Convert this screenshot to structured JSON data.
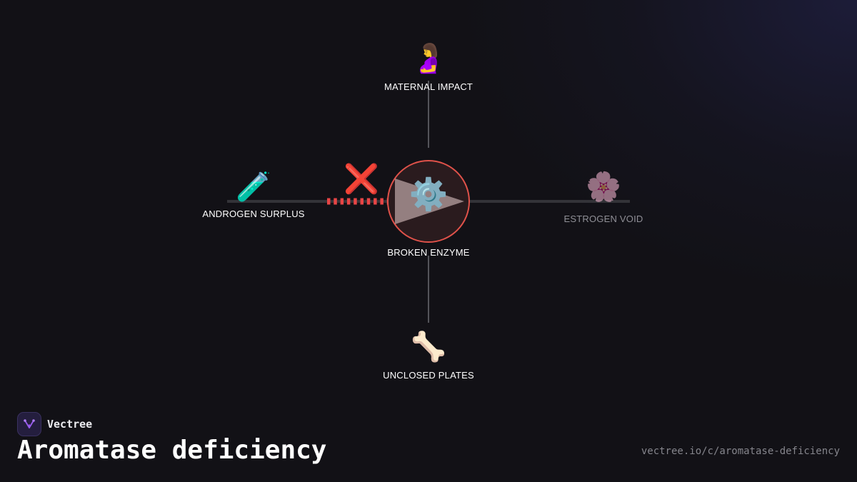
{
  "brand": {
    "name": "Vectree",
    "accent": "#9a5cf0"
  },
  "page": {
    "title": "Aromatase deficiency",
    "url": "vectree.io/c/aromatase-deficiency"
  },
  "diagram": {
    "center": {
      "icon": "⚙️",
      "icon_name": "gear-icon",
      "label": "BROKEN ENZYME",
      "ring_color": "#e0524a"
    },
    "blocked_marker": {
      "icon": "❌",
      "icon_name": "cross-mark-icon",
      "color": "#e84545"
    },
    "nodes": {
      "top": {
        "icon": "🤰",
        "icon_name": "pregnant-woman-icon",
        "label": "MATERNAL IMPACT"
      },
      "left": {
        "icon": "🧪",
        "icon_name": "test-tube-icon",
        "label": "ANDROGEN SURPLUS"
      },
      "right": {
        "icon": "🌸",
        "icon_name": "cherry-blossom-icon",
        "label": "ESTROGEN VOID",
        "dimmed": true
      },
      "bottom": {
        "icon": "🦴",
        "icon_name": "bone-icon",
        "label": "UNCLOSED PLATES"
      }
    }
  }
}
